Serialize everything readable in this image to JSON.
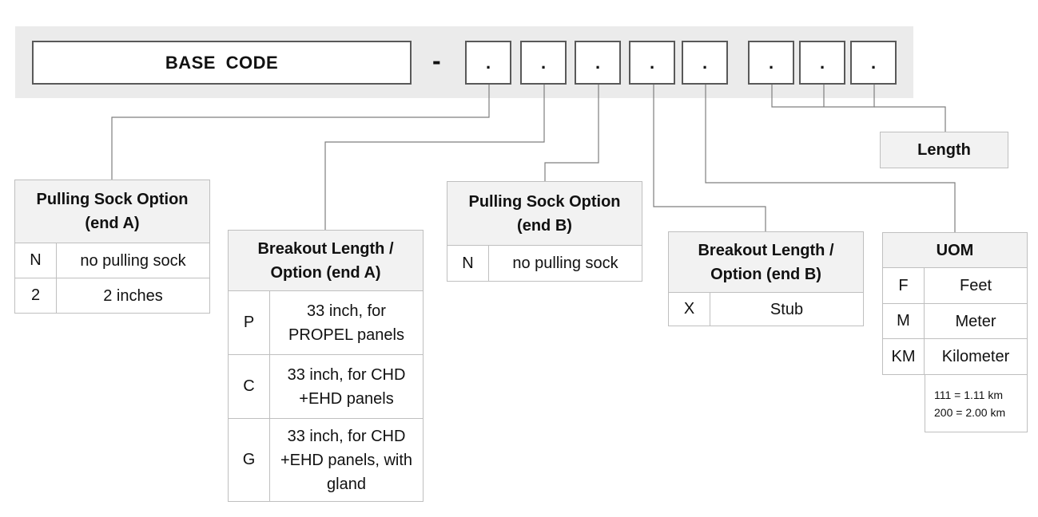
{
  "header": {
    "base_code": "BASE  CODE",
    "separator": "-",
    "slots": [
      ".",
      ".",
      ".",
      ".",
      ".",
      ".",
      ".",
      "."
    ]
  },
  "length_label": "Length",
  "pulling_sock_a": {
    "title": "Pulling Sock Option (end A)",
    "rows": [
      {
        "code": "N",
        "desc": "no pulling sock"
      },
      {
        "code": "2",
        "desc": "2 inches"
      }
    ]
  },
  "breakout_a": {
    "title": "Breakout Length / Option (end A)",
    "rows": [
      {
        "code": "P",
        "desc": "33 inch, for PROPEL panels"
      },
      {
        "code": "C",
        "desc": "33 inch, for CHD +EHD panels"
      },
      {
        "code": "G",
        "desc": "33 inch, for CHD +EHD panels, with gland"
      }
    ]
  },
  "pulling_sock_b": {
    "title": "Pulling Sock Option (end B)",
    "rows": [
      {
        "code": "N",
        "desc": "no pulling sock"
      }
    ]
  },
  "breakout_b": {
    "title": "Breakout Length / Option (end B)",
    "rows": [
      {
        "code": "X",
        "desc": "Stub"
      }
    ]
  },
  "uom": {
    "title": "UOM",
    "rows": [
      {
        "code": "F",
        "desc": "Feet"
      },
      {
        "code": "M",
        "desc": "Meter"
      },
      {
        "code": "KM",
        "desc": "Kilometer"
      }
    ],
    "note_1": "111 = 1.11 km",
    "note_2": "200 = 2.00 km"
  },
  "colors": {
    "band": "#ebebeb",
    "header_fill": "#f2f2f2",
    "border": "#bfbfbf",
    "slot_border": "#595959"
  }
}
